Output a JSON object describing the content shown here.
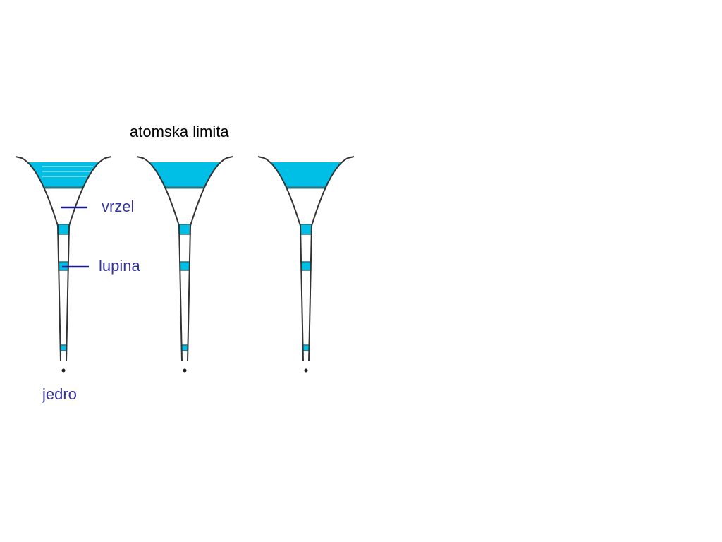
{
  "title": "atomska limita",
  "labels": {
    "gap": "vrzel",
    "shell": "lupina",
    "nucleus": "jedro"
  },
  "wells": [
    {
      "name": "potential-well-1"
    },
    {
      "name": "potential-well-2"
    },
    {
      "name": "potential-well-3"
    }
  ],
  "colors": {
    "fill": "#00bfe6",
    "outline": "#333333",
    "band_line": "#2f6f7a",
    "label": "#333399",
    "leader": "#1a1a8c",
    "title": "#000000"
  }
}
